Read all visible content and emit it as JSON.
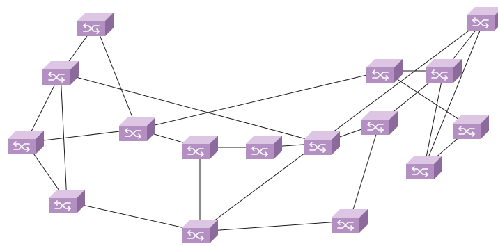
{
  "diagram": {
    "node_icon": "network-switch-icon",
    "colors": {
      "background": "#ffffff",
      "link": "#1a1a1a",
      "box_front": "#b38fc2",
      "box_top": "#dcc6e4",
      "box_side": "#8c6a9c",
      "glyph": "#ffffff"
    },
    "nodes": [
      {
        "id": "s1"
      },
      {
        "id": "s2"
      },
      {
        "id": "s3"
      },
      {
        "id": "s4"
      },
      {
        "id": "s5"
      },
      {
        "id": "s6"
      },
      {
        "id": "s7"
      },
      {
        "id": "s8"
      },
      {
        "id": "s9"
      },
      {
        "id": "s10"
      },
      {
        "id": "s11"
      },
      {
        "id": "s12"
      },
      {
        "id": "s13"
      },
      {
        "id": "s14"
      },
      {
        "id": "s15"
      },
      {
        "id": "s16"
      },
      {
        "id": "s17"
      }
    ],
    "links": [
      [
        "s1",
        "s2"
      ],
      [
        "s1",
        "s5"
      ],
      [
        "s2",
        "s3"
      ],
      [
        "s2",
        "s4"
      ],
      [
        "s2",
        "s9"
      ],
      [
        "s3",
        "s5"
      ],
      [
        "s3",
        "s4"
      ],
      [
        "s4",
        "s7"
      ],
      [
        "s5",
        "s6"
      ],
      [
        "s5",
        "s10"
      ],
      [
        "s6",
        "s8"
      ],
      [
        "s6",
        "s7"
      ],
      [
        "s8",
        "s9"
      ],
      [
        "s9",
        "s11"
      ],
      [
        "s10",
        "s12"
      ],
      [
        "s10",
        "s15"
      ],
      [
        "s11",
        "s12"
      ],
      [
        "s11",
        "s13"
      ],
      [
        "s12",
        "s16"
      ],
      [
        "s12",
        "s14"
      ],
      [
        "s14",
        "s15"
      ],
      [
        "s14",
        "s16"
      ],
      [
        "s16",
        "s7"
      ],
      [
        "s13",
        "s17"
      ],
      [
        "s17",
        "s7"
      ]
    ]
  }
}
